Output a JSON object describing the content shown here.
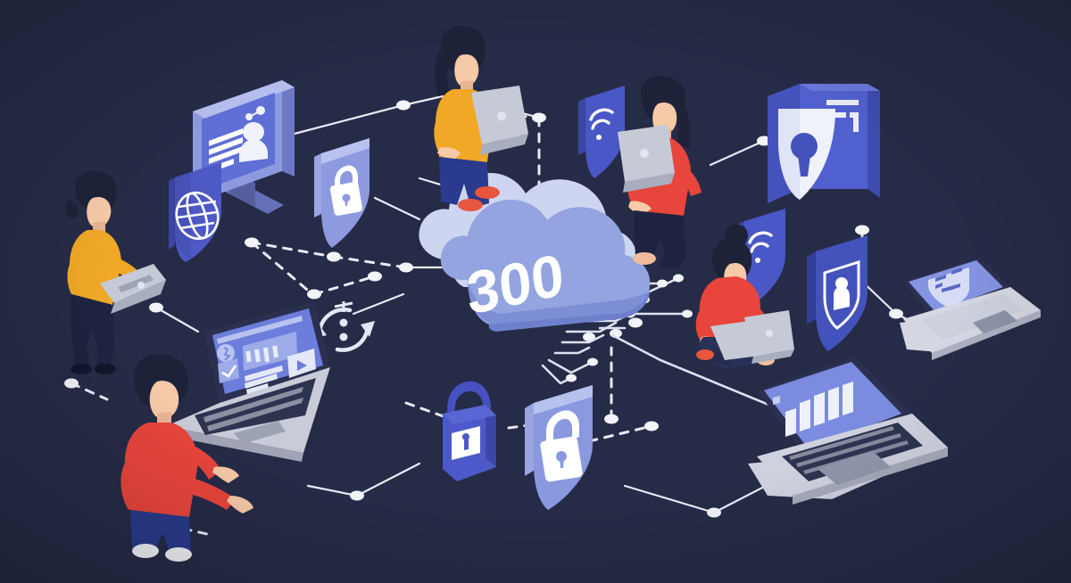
{
  "illustration": {
    "title": "Cloud security network isometric illustration",
    "background_color": "#262b47",
    "palette": {
      "background": "#262b47",
      "cloud_light": "#c7d1ee",
      "cloud_mid": "#93a4e0",
      "cloud_shade": "#7e90d6",
      "shield_blue": "#4554c4",
      "shield_blue_dark": "#3a46a8",
      "shield_light": "#aab6e8",
      "screen_blue": "#7b8ce0",
      "screen_dark": "#2f3659",
      "laptop_silver": "#c9ccd8",
      "laptop_silver_dark": "#a5a9bb",
      "line_white": "#e8ebf5",
      "skin": "#f6c9a8",
      "hair_dark": "#1d2238",
      "shirt_red": "#e8453c",
      "shirt_yellow": "#f0a826",
      "jeans_blue": "#2a3a8c",
      "pants_dark": "#1d2340",
      "shoe_red": "#e8563e",
      "shoe_white": "#f2f3f7"
    }
  },
  "cloud": {
    "label": "300",
    "name": "central-cloud"
  },
  "nodes": [
    {
      "id": "monitor-user-profile",
      "label": "Monitor with user profile dashboard"
    },
    {
      "id": "globe-shield",
      "label": "Shield with globe icon"
    },
    {
      "id": "padlock-shield-left",
      "label": "Shield with padlock icon"
    },
    {
      "id": "sync-icon",
      "label": "Data sync refresh icon"
    },
    {
      "id": "dashboard-laptop",
      "label": "Laptop with analytics dashboard"
    },
    {
      "id": "padlock-3d",
      "label": "Isometric padlock"
    },
    {
      "id": "padlock-shield-center",
      "label": "Shield with padlock icon"
    },
    {
      "id": "wifi-shield-top",
      "label": "Shield with wifi icon"
    },
    {
      "id": "wifi-shield-right",
      "label": "Shield with wifi icon"
    },
    {
      "id": "keyhole-panel",
      "label": "Panel with keyhole shield"
    },
    {
      "id": "lock-shield-right",
      "label": "Shield with lock badge"
    },
    {
      "id": "chart-laptop",
      "label": "Laptop with bar chart"
    },
    {
      "id": "encryption-laptop",
      "label": "Laptop with encryption badge"
    }
  ],
  "people": [
    {
      "id": "person-yellow-standing-left",
      "label": "Woman in yellow shirt typing on laptop",
      "shirt": "#f0a826",
      "pants": "#1d2340",
      "shoes": "#1d2340"
    },
    {
      "id": "person-yellow-standing-top",
      "label": "Woman in yellow shirt holding laptop",
      "shirt": "#f0a826",
      "pants": "#2a3a8c",
      "shoes": "#e8563e"
    },
    {
      "id": "person-red-standing-top",
      "label": "Woman in red sweater holding laptop",
      "shirt": "#e8453c",
      "pants": "#1d2340",
      "shoes": "#f6c9a8"
    },
    {
      "id": "person-red-sitting",
      "label": "Woman in red shirt sitting with laptop",
      "shirt": "#e8453c",
      "pants": "#2a3158",
      "shoes": "#e8563e"
    },
    {
      "id": "person-red-standing-bottom",
      "label": "Man in red sweater typing on laptop",
      "shirt": "#e8453c",
      "pants": "#2a3a8c",
      "shoes": "#f2f3f7"
    }
  ],
  "connections": {
    "style": "dashed white lines with round node endpoints",
    "circuit_traces": "white circuit board traces radiating from cloud"
  }
}
